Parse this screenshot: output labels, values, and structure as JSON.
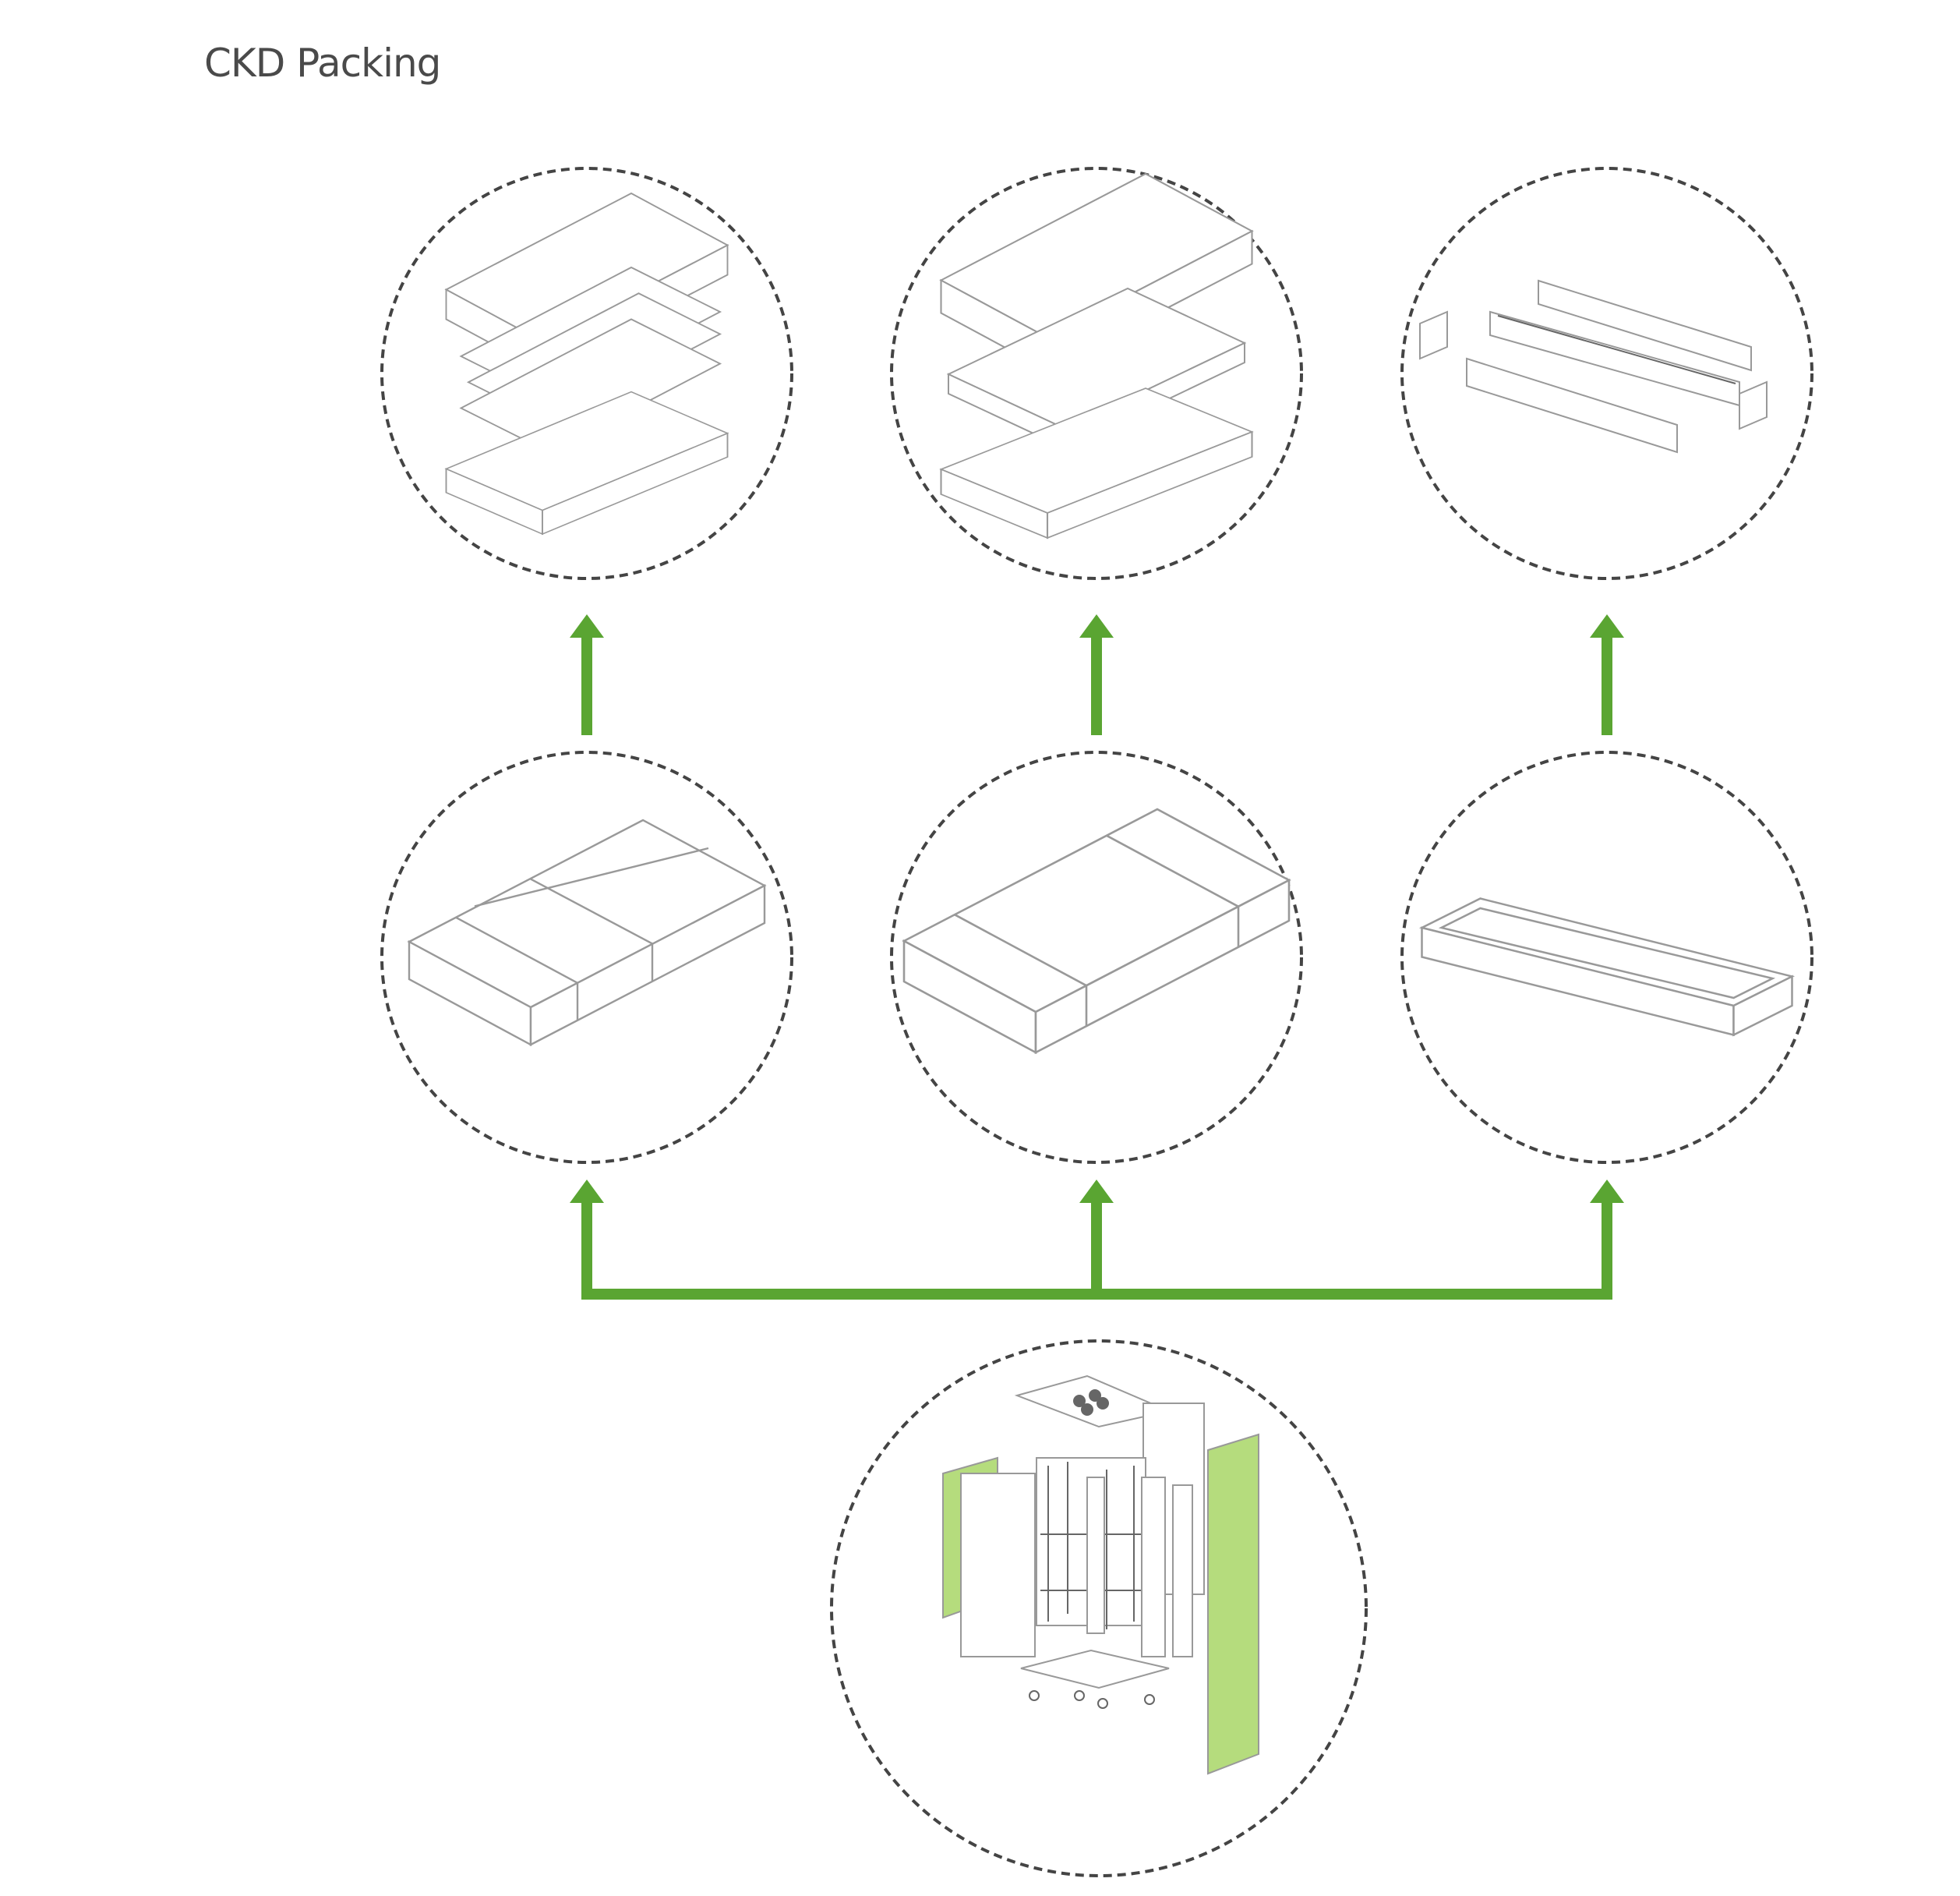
{
  "title": "CKD Packing",
  "colors": {
    "arrow": "#5aa532",
    "panel_accent": "#b5dc7d",
    "dashed_circle": "#444444",
    "title": "#4a4a4a"
  },
  "nodes": [
    {
      "id": "panels-exploded",
      "icon": "stacked-panels-in-box-icon"
    },
    {
      "id": "top-cover-exploded",
      "icon": "top-cover-in-box-icon"
    },
    {
      "id": "frame-exploded",
      "icon": "frame-parts-in-box-icon"
    },
    {
      "id": "panels-packed",
      "icon": "strapped-box-icon"
    },
    {
      "id": "top-cover-packed",
      "icon": "strapped-box-icon"
    },
    {
      "id": "frame-packed",
      "icon": "open-tray-box-icon"
    },
    {
      "id": "cabinet-exploded",
      "icon": "server-cabinet-exploded-icon"
    }
  ]
}
